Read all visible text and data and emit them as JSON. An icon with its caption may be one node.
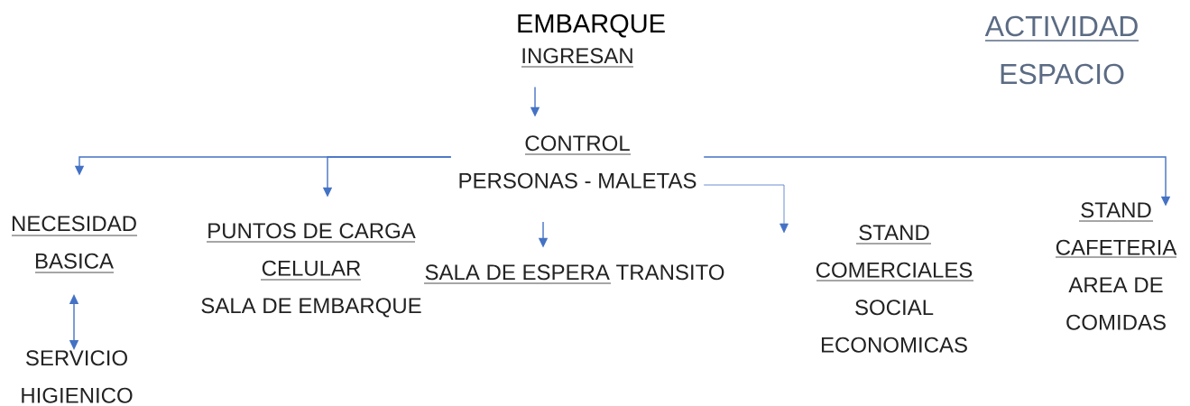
{
  "diagram": {
    "title": "EMBARQUE",
    "nodes": [
      {
        "text": [
          "INGRESAN"
        ]
      },
      {
        "text": [
          "CONTROL",
          "PERSONAS -  MALETAS"
        ]
      },
      {
        "text": [
          "NECESIDAD BASICA"
        ]
      },
      {
        "text": [
          "PUNTOS DE CARGA CELULAR",
          "SALA DE EMBARQUE"
        ]
      },
      {
        "text": [
          "SALA DE ESPERA",
          "TRANSITO"
        ]
      },
      {
        "text": [
          "STAND COMERCIALES",
          "SOCIAL ECONOMICAS"
        ]
      },
      {
        "text": [
          "STAND CAFETERIA",
          "AREA DE COMIDAS"
        ]
      },
      {
        "text": [
          "SERVICIO HIGIENICO"
        ]
      }
    ],
    "edges": [
      {
        "from": 0,
        "to": 1,
        "arrow": "to"
      },
      {
        "from": 1,
        "to": 2,
        "arrow": "to"
      },
      {
        "from": 1,
        "to": 3,
        "arrow": "to"
      },
      {
        "from": 1,
        "to": 4,
        "arrow": "to"
      },
      {
        "from": 1,
        "to": 5,
        "arrow": "to"
      },
      {
        "from": 1,
        "to": 6,
        "arrow": "to"
      },
      {
        "from": 2,
        "to": 7,
        "arrow": "both"
      }
    ],
    "legend": [
      {
        "text": "ACTIVIDAD"
      },
      {
        "text": "ESPACIO"
      }
    ]
  }
}
